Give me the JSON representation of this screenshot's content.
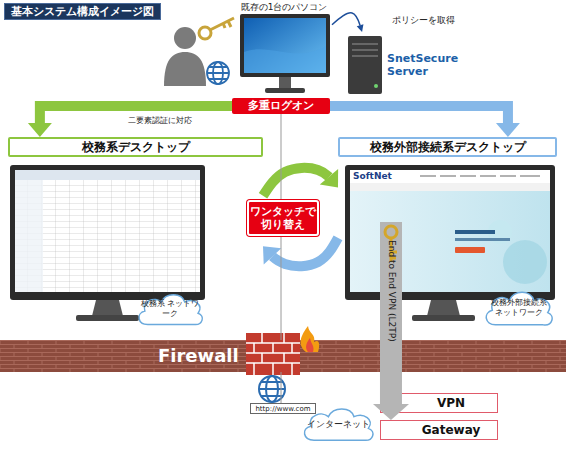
{
  "diagram": {
    "title": "基本システム構成イメージ図",
    "nodes": [
      {
        "text": [
          "既存の1台のパソコン"
        ]
      },
      {
        "text": [
          "SnetSecure Server"
        ]
      },
      {
        "text": [
          "多重ログオン"
        ]
      },
      {
        "text": [
          "校務系デスクトップ"
        ]
      },
      {
        "text": [
          "校務外部接続系デスクトップ"
        ]
      },
      {
        "text": [
          "ワンタッチで 切り替え"
        ]
      },
      {
        "text": [
          "校務系 ネットワーク"
        ],
        "in": 3
      },
      {
        "text": [
          "校務外部接続系 ネットワーク"
        ],
        "in": 4
      },
      {
        "text": [
          "Firewall"
        ]
      },
      {
        "text": [
          "http://www.com"
        ]
      },
      {
        "text": [
          "インターネット"
        ]
      },
      {
        "text": [
          "VPN"
        ]
      },
      {
        "text": [
          "Gateway"
        ]
      }
    ],
    "edges": [
      {
        "from": 0,
        "to": 1,
        "arrow": "to",
        "label": "ポリシーを取得"
      },
      {
        "from": 2,
        "to": 3,
        "arrow": "to",
        "label": "二要素認証に対応"
      },
      {
        "from": 2,
        "to": 4,
        "arrow": "to"
      },
      {
        "from": 3,
        "to": 4,
        "arrow": "to"
      },
      {
        "from": 4,
        "to": 3,
        "arrow": "to"
      },
      {
        "from": 2,
        "to": 8,
        "arrow": "none"
      },
      {
        "from": 8,
        "to": 9,
        "arrow": "none"
      },
      {
        "from": 4,
        "to": 12,
        "arrow": "to",
        "label": "End to End VPN (L2TP)"
      }
    ],
    "labels": [
      "SoftNet"
    ]
  }
}
